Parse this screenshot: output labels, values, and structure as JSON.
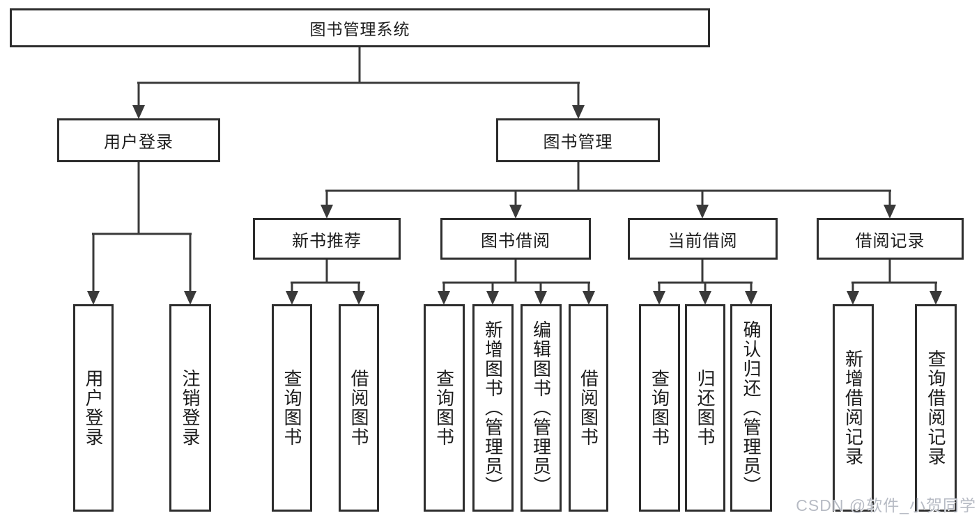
{
  "diagram": {
    "root": {
      "label": "图书管理系统"
    },
    "level2": {
      "user_login": {
        "label": "用户登录"
      },
      "book_mgmt": {
        "label": "图书管理"
      }
    },
    "level3": {
      "new_book": {
        "label": "新书推荐"
      },
      "borrow": {
        "label": "图书借阅"
      },
      "current": {
        "label": "当前借阅"
      },
      "records": {
        "label": "借阅记录"
      }
    },
    "leaves": {
      "user_login": [
        "用户登录",
        "注销登录"
      ],
      "new_book": [
        "查询图书",
        "借阅图书"
      ],
      "borrow": [
        "查询图书",
        "新增图书（管理员）",
        "编辑图书（管理员）",
        "借阅图书"
      ],
      "current": [
        "查询图书",
        "归还图书",
        "确认归还（管理员）"
      ],
      "records": [
        "新增借阅记录",
        "查询借阅记录"
      ]
    }
  },
  "watermark": {
    "text": "CSDN @软件_小贺同学"
  },
  "colors": {
    "line": "#3a3a3a",
    "box_border": "#2d2d2d",
    "text": "#1c1c1c",
    "background": "#ffffff",
    "watermark": "#b7bbc4"
  }
}
